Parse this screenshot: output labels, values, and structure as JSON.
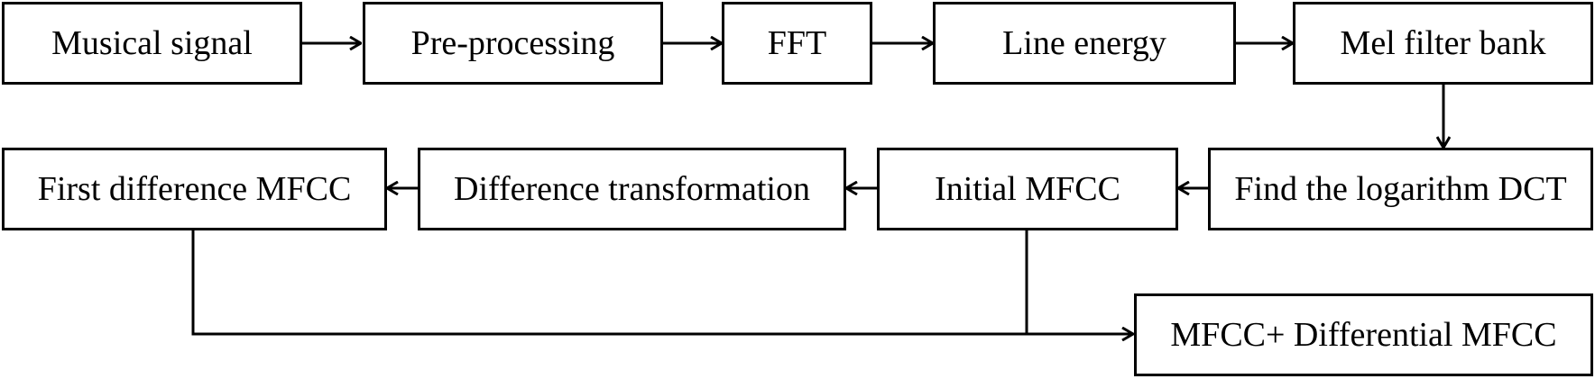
{
  "diagram": {
    "nodes": {
      "musical_signal": "Musical signal",
      "pre_processing": "Pre-processing",
      "fft": "FFT",
      "line_energy": "Line energy",
      "mel_filter_bank": "Mel filter bank",
      "find_logarithm_dct": "Find the logarithm DCT",
      "initial_mfcc": "Initial MFCC",
      "difference_transformation": "Difference transformation",
      "first_difference_mfcc": "First difference MFCC",
      "mfcc_plus_differential": "MFCC+ Differential MFCC"
    },
    "edges": [
      {
        "from": "Musical signal",
        "to": "Pre-processing"
      },
      {
        "from": "Pre-processing",
        "to": "FFT"
      },
      {
        "from": "FFT",
        "to": "Line energy"
      },
      {
        "from": "Line energy",
        "to": "Mel filter bank"
      },
      {
        "from": "Mel filter bank",
        "to": "Find the logarithm DCT"
      },
      {
        "from": "Find the logarithm DCT",
        "to": "Initial MFCC"
      },
      {
        "from": "Initial MFCC",
        "to": "Difference transformation"
      },
      {
        "from": "Difference transformation",
        "to": "First difference MFCC"
      },
      {
        "from": "First difference MFCC",
        "to": "MFCC+ Differential MFCC"
      },
      {
        "from": "Initial MFCC",
        "to": "MFCC+ Differential MFCC"
      }
    ],
    "colors": {
      "stroke": "#000000",
      "background": "#ffffff"
    }
  }
}
